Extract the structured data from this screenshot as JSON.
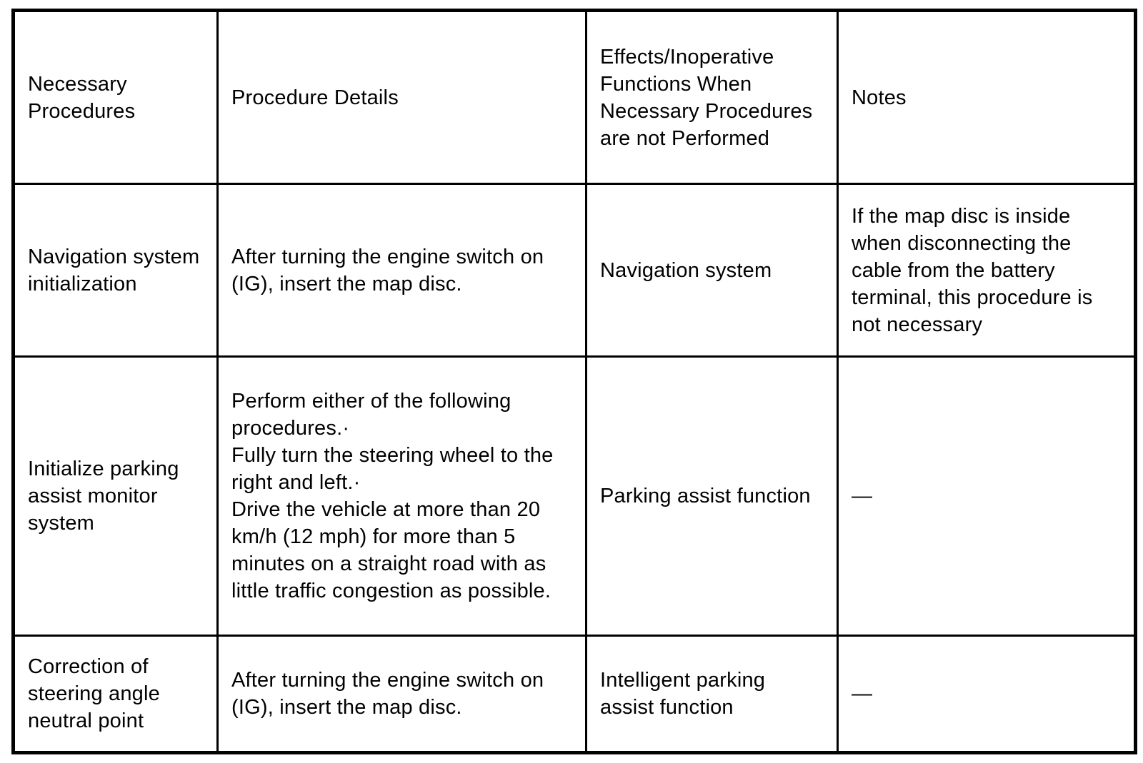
{
  "table": {
    "border_color": "#000000",
    "background_color": "#ffffff",
    "text_color": "#000000",
    "headers": {
      "necessary_procedures": "Necessary Procedures",
      "procedure_details": "Procedure Details",
      "effects": "Effects/Inoperative Functions When Necessary Procedures are not Performed",
      "notes": "Notes"
    },
    "rows": [
      {
        "necessary_procedure": "Navigation system initialization",
        "procedure_details": "After turning the engine switch on (IG), insert the map disc.",
        "effects": "Navigation system",
        "notes": "If the map disc is inside when disconnecting the cable from the battery terminal, this procedure is not necessary"
      },
      {
        "necessary_procedure": "Initialize parking assist monitor system",
        "procedure_details": "Perform either of the following procedures.·\nFully turn the steering wheel to the right and left.·\nDrive the vehicle at more than 20 km/h (12 mph) for more than 5 minutes on a straight road with as little traffic congestion as possible.",
        "effects": "Parking assist function",
        "notes": "—"
      },
      {
        "necessary_procedure": "Correction of steering angle neutral point",
        "procedure_details": "After turning the engine switch on (IG), insert the map disc.",
        "effects": "Intelligent parking assist function",
        "notes": "—"
      }
    ]
  }
}
